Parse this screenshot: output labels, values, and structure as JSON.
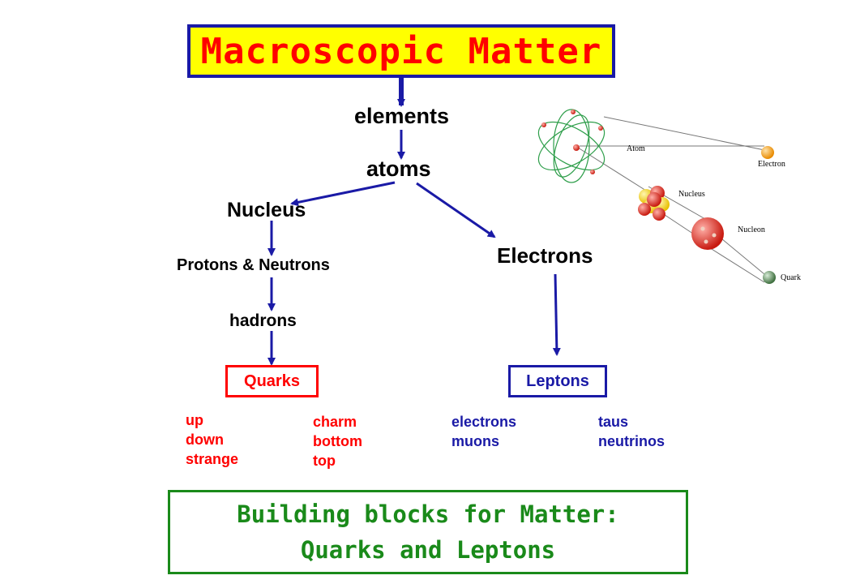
{
  "title": "Macroscopic Matter",
  "nodes": {
    "elements": "elements",
    "atoms": "atoms",
    "nucleus": "Nucleus",
    "protons_neutrons": "Protons & Neutrons",
    "electrons": "Electrons",
    "hadrons": "hadrons",
    "quarks": "Quarks",
    "leptons": "Leptons"
  },
  "quark_list_1": [
    "up",
    "down",
    "strange"
  ],
  "quark_list_2": [
    "charm",
    "bottom",
    "top"
  ],
  "lepton_list_1": [
    "electrons",
    "muons"
  ],
  "lepton_list_2": [
    "taus",
    "neutrinos"
  ],
  "conclusion": {
    "line1": "Building blocks for Matter:",
    "line2": "Quarks and Leptons"
  },
  "atom_illustration": {
    "labels": {
      "atom": "Atom",
      "electron": "Electron",
      "nucleus": "Nucleus",
      "nucleon": "Nucleon",
      "quark": "Quark"
    }
  },
  "colors": {
    "title_bg": "#ffff00",
    "title_text": "#ff0000",
    "arrow": "#1a1aa6",
    "quarks": "#ff0000",
    "leptons": "#1a1aa6",
    "conclusion": "#1a8a1a"
  }
}
